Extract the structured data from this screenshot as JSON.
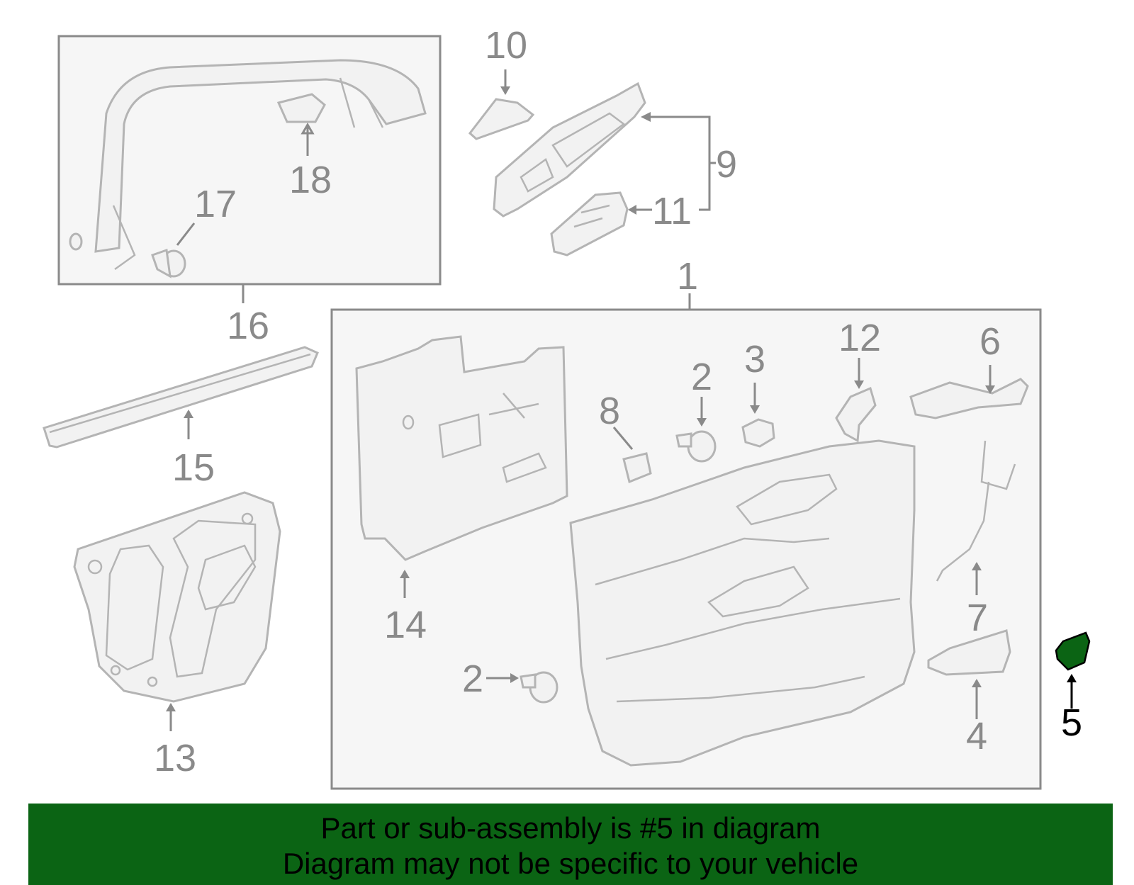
{
  "callouts": {
    "c1": "1",
    "c2a": "2",
    "c2b": "2",
    "c3": "3",
    "c4": "4",
    "c5": "5",
    "c6": "6",
    "c7": "7",
    "c8": "8",
    "c9": "9",
    "c10": "10",
    "c11": "11",
    "c12": "12",
    "c13": "13",
    "c14": "14",
    "c15": "15",
    "c16": "16",
    "c17": "17",
    "c18": "18"
  },
  "highlighted_part": "5",
  "colors": {
    "highlight": "#0b6414",
    "part_line": "#b4b4b4",
    "label": "#8a8a8a"
  },
  "banner": {
    "line1": "Part or sub-assembly is #5 in diagram",
    "line2": "Diagram may not be specific to your vehicle"
  }
}
